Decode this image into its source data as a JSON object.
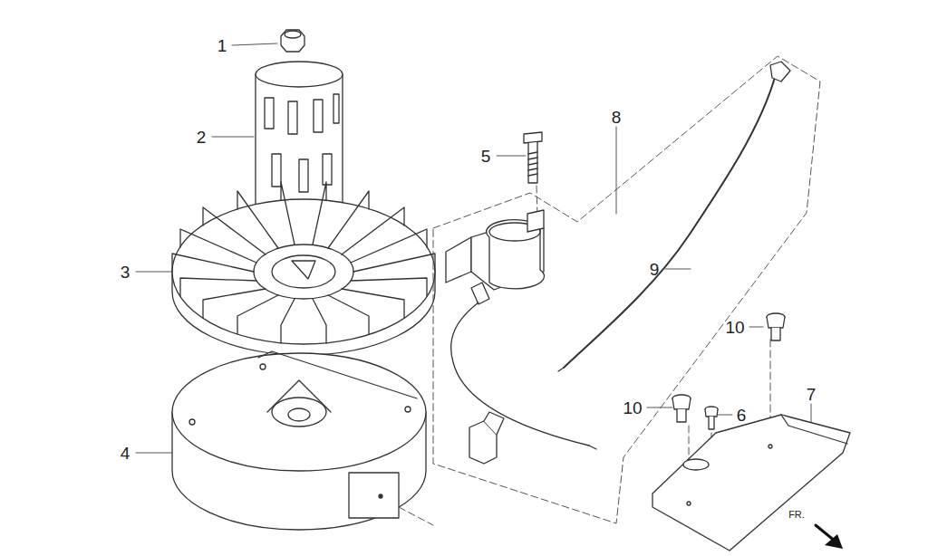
{
  "diagram": {
    "labels": [
      "1",
      "2",
      "3",
      "4",
      "5",
      "6",
      "7",
      "8",
      "9",
      "10",
      "10",
      "FR."
    ]
  }
}
